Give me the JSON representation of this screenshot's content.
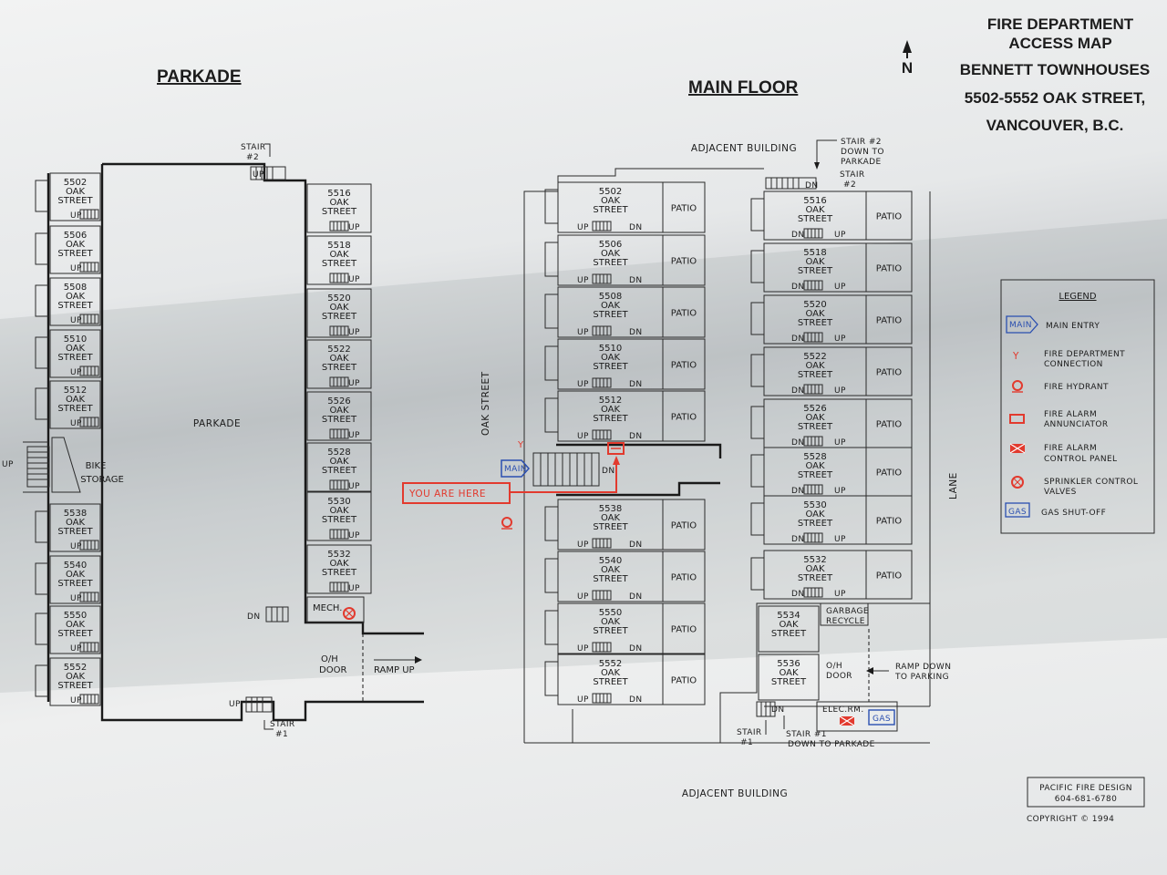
{
  "header": {
    "parkade_title": "PARKADE",
    "main_floor_title": "MAIN FLOOR",
    "map_title_1": "FIRE DEPARTMENT",
    "map_title_2": "ACCESS MAP",
    "project": "BENNETT TOWNHOUSES",
    "address": "5502-5552 OAK STREET,",
    "city": "VANCOUVER, B.C.",
    "north": "N"
  },
  "parkade": {
    "center_label": "PARKADE",
    "units_left": [
      "5502",
      "5506",
      "5508",
      "5510",
      "5512",
      "5538",
      "5540",
      "5550",
      "5552"
    ],
    "units_right": [
      "5516",
      "5518",
      "5520",
      "5522",
      "5526",
      "5528",
      "5530",
      "5532"
    ],
    "street_line1": "OAK",
    "street_line2": "STREET",
    "bike_1": "BIKE",
    "bike_2": "STORAGE",
    "mech": "MECH.",
    "oh_door_1": "O/H",
    "oh_door_2": "DOOR",
    "ramp": "RAMP UP",
    "stair2_1": "STAIR",
    "stair2_2": "#2",
    "stair1_1": "STAIR",
    "stair1_2": "#1",
    "up": "UP",
    "dn": "DN"
  },
  "main_floor": {
    "adjacent_top": "ADJACENT BUILDING",
    "adjacent_bottom": "ADJACENT BUILDING",
    "oak_street": "OAK STREET",
    "lane": "LANE",
    "units_left": [
      "5502",
      "5506",
      "5508",
      "5510",
      "5512",
      "5538",
      "5540",
      "5550",
      "5552"
    ],
    "units_right": [
      "5516",
      "5518",
      "5520",
      "5522",
      "5526",
      "5528",
      "5530",
      "5532"
    ],
    "units_small": [
      "5534",
      "5536"
    ],
    "patio": "PATIO",
    "main": "MAIN",
    "you_are_here": "YOU ARE HERE",
    "stair2_down_1": "STAIR #2",
    "stair2_down_2": "DOWN TO",
    "stair2_down_3": "PARKADE",
    "stair2_1": "STAIR",
    "stair2_2": "#2",
    "garbage_1": "GARBAGE",
    "garbage_2": "RECYCLE",
    "oh_door_1": "O/H",
    "oh_door_2": "DOOR",
    "ramp_down_1": "RAMP DOWN",
    "ramp_down_2": "TO PARKING",
    "elec": "ELEC.RM.",
    "gas": "GAS",
    "stair1_1": "STAIR",
    "stair1_2": "#1",
    "stair1_down_1": "STAIR #1",
    "stair1_down_2": "DOWN TO PARKADE",
    "y": "Y",
    "up": "UP",
    "dn": "DN"
  },
  "legend": {
    "title": "LEGEND",
    "items": [
      {
        "symbol": "MAIN",
        "label1": "MAIN ENTRY",
        "label2": ""
      },
      {
        "symbol": "Y",
        "label1": "FIRE DEPARTMENT",
        "label2": "CONNECTION"
      },
      {
        "symbol": "hydrant-icon",
        "label1": "FIRE HYDRANT",
        "label2": ""
      },
      {
        "symbol": "annunciator-icon",
        "label1": "FIRE ALARM",
        "label2": "ANNUNCIATOR"
      },
      {
        "symbol": "control-panel-icon",
        "label1": "FIRE ALARM",
        "label2": "CONTROL PANEL"
      },
      {
        "symbol": "sprinkler-icon",
        "label1": "SPRINKLER CONTROL",
        "label2": "VALVES"
      },
      {
        "symbol": "GAS",
        "label1": "GAS SHUT-OFF",
        "label2": ""
      }
    ]
  },
  "credit": {
    "company": "PACIFIC FIRE DESIGN",
    "phone": "604-681-6780",
    "copyright": "COPYRIGHT © 1994"
  },
  "colors": {
    "ink": "#1a1a1a",
    "fire_red": "#e23a2e",
    "gas_blue": "#2a4fb0"
  }
}
